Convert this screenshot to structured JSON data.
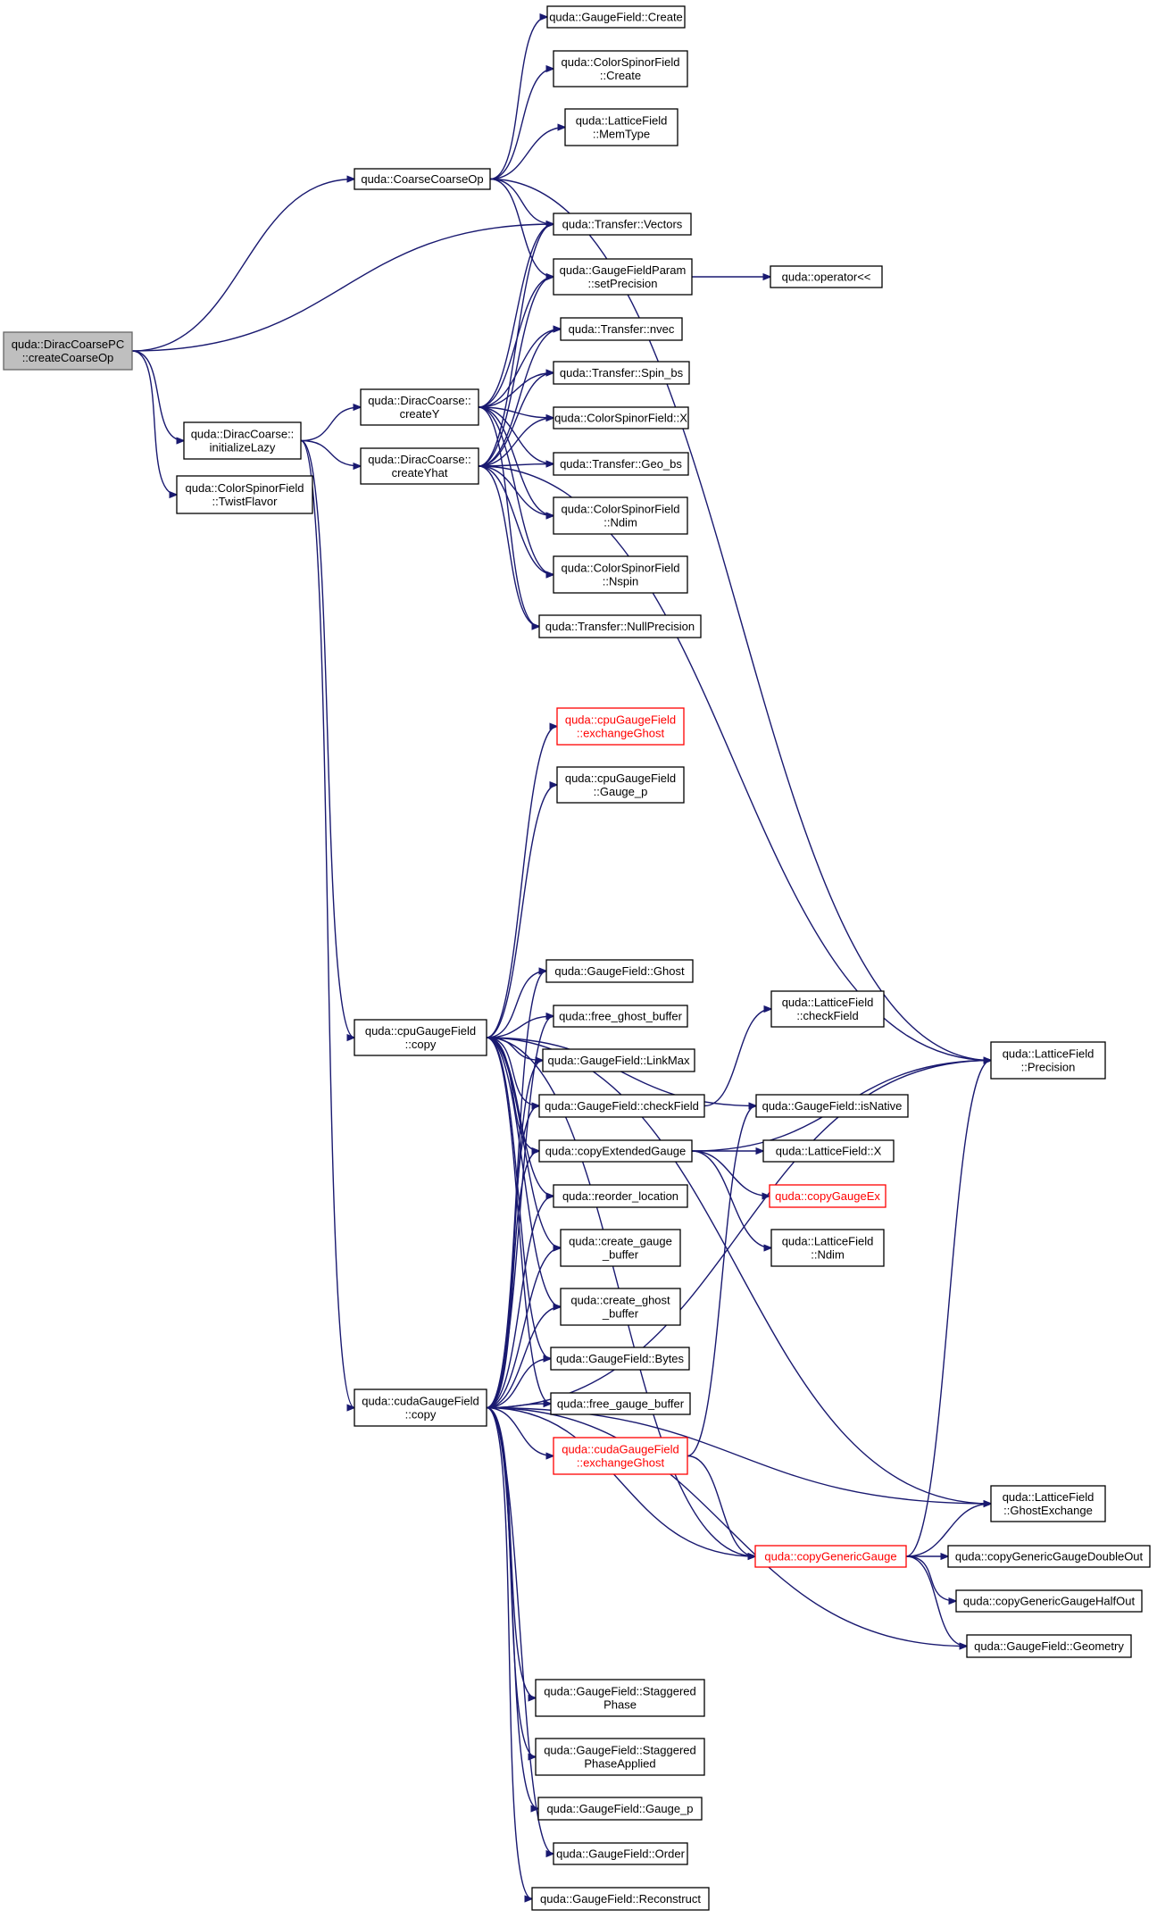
{
  "diagram": {
    "nodes": [
      {
        "id": "root",
        "lines": [
          "quda::DiracCoarsePC",
          "::createCoarseOp"
        ],
        "style": "root"
      },
      {
        "id": "coarsecoarseop",
        "lines": [
          "quda::CoarseCoarseOp"
        ],
        "style": "normal"
      },
      {
        "id": "initializelazy",
        "lines": [
          "quda::DiracCoarse::",
          "initializeLazy"
        ],
        "style": "normal"
      },
      {
        "id": "twistflavor",
        "lines": [
          "quda::ColorSpinorField",
          "::TwistFlavor"
        ],
        "style": "normal"
      },
      {
        "id": "createy",
        "lines": [
          "quda::DiracCoarse::",
          "createY"
        ],
        "style": "normal"
      },
      {
        "id": "createyhat",
        "lines": [
          "quda::DiracCoarse::",
          "createYhat"
        ],
        "style": "normal"
      },
      {
        "id": "cpucopy",
        "lines": [
          "quda::cpuGaugeField",
          "::copy"
        ],
        "style": "normal"
      },
      {
        "id": "cudacopy",
        "lines": [
          "quda::cudaGaugeField",
          "::copy"
        ],
        "style": "normal"
      },
      {
        "id": "gf_create",
        "lines": [
          "quda::GaugeField::Create"
        ],
        "style": "normal"
      },
      {
        "id": "csf_create",
        "lines": [
          "quda::ColorSpinorField",
          "::Create"
        ],
        "style": "normal"
      },
      {
        "id": "lf_memtype",
        "lines": [
          "quda::LatticeField",
          "::MemType"
        ],
        "style": "normal"
      },
      {
        "id": "tr_vectors",
        "lines": [
          "quda::Transfer::Vectors"
        ],
        "style": "normal"
      },
      {
        "id": "gfp_setprec",
        "lines": [
          "quda::GaugeFieldParam",
          "::setPrecision"
        ],
        "style": "normal"
      },
      {
        "id": "operator",
        "lines": [
          "quda::operator<<"
        ],
        "style": "normal"
      },
      {
        "id": "tr_nvec",
        "lines": [
          "quda::Transfer::nvec"
        ],
        "style": "normal"
      },
      {
        "id": "tr_spinbs",
        "lines": [
          "quda::Transfer::Spin_bs"
        ],
        "style": "normal"
      },
      {
        "id": "csf_x",
        "lines": [
          "quda::ColorSpinorField::X"
        ],
        "style": "normal"
      },
      {
        "id": "tr_geobs",
        "lines": [
          "quda::Transfer::Geo_bs"
        ],
        "style": "normal"
      },
      {
        "id": "csf_ndim",
        "lines": [
          "quda::ColorSpinorField",
          "::Ndim"
        ],
        "style": "normal"
      },
      {
        "id": "csf_nspin",
        "lines": [
          "quda::ColorSpinorField",
          "::Nspin"
        ],
        "style": "normal"
      },
      {
        "id": "tr_nullprec",
        "lines": [
          "quda::Transfer::NullPrecision"
        ],
        "style": "normal"
      },
      {
        "id": "cpu_exghost",
        "lines": [
          "quda::cpuGaugeField",
          "::exchangeGhost"
        ],
        "style": "red"
      },
      {
        "id": "cpu_gaugep",
        "lines": [
          "quda::cpuGaugeField",
          "::Gauge_p"
        ],
        "style": "normal"
      },
      {
        "id": "gf_ghost",
        "lines": [
          "quda::GaugeField::Ghost"
        ],
        "style": "normal"
      },
      {
        "id": "free_ghost",
        "lines": [
          "quda::free_ghost_buffer"
        ],
        "style": "normal"
      },
      {
        "id": "gf_linkmax",
        "lines": [
          "quda::GaugeField::LinkMax"
        ],
        "style": "normal"
      },
      {
        "id": "gf_checkfield",
        "lines": [
          "quda::GaugeField::checkField"
        ],
        "style": "normal"
      },
      {
        "id": "copyext",
        "lines": [
          "quda::copyExtendedGauge"
        ],
        "style": "normal"
      },
      {
        "id": "reorder",
        "lines": [
          "quda::reorder_location"
        ],
        "style": "normal"
      },
      {
        "id": "create_gauge",
        "lines": [
          "quda::create_gauge",
          "_buffer"
        ],
        "style": "normal"
      },
      {
        "id": "create_ghost",
        "lines": [
          "quda::create_ghost",
          "_buffer"
        ],
        "style": "normal"
      },
      {
        "id": "gf_bytes",
        "lines": [
          "quda::GaugeField::Bytes"
        ],
        "style": "normal"
      },
      {
        "id": "free_gauge",
        "lines": [
          "quda::free_gauge_buffer"
        ],
        "style": "normal"
      },
      {
        "id": "cuda_exghost",
        "lines": [
          "quda::cudaGaugeField",
          "::exchangeGhost"
        ],
        "style": "red"
      },
      {
        "id": "lf_checkfield",
        "lines": [
          "quda::LatticeField",
          "::checkField"
        ],
        "style": "normal"
      },
      {
        "id": "gf_isnative",
        "lines": [
          "quda::GaugeField::isNative"
        ],
        "style": "normal"
      },
      {
        "id": "lf_x",
        "lines": [
          "quda::LatticeField::X"
        ],
        "style": "normal"
      },
      {
        "id": "copygaugeex",
        "lines": [
          "quda::copyGaugeEx"
        ],
        "style": "red"
      },
      {
        "id": "lf_ndim",
        "lines": [
          "quda::LatticeField",
          "::Ndim"
        ],
        "style": "normal"
      },
      {
        "id": "lf_precision",
        "lines": [
          "quda::LatticeField",
          "::Precision"
        ],
        "style": "normal"
      },
      {
        "id": "lf_ghostex",
        "lines": [
          "quda::LatticeField",
          "::GhostExchange"
        ],
        "style": "normal"
      },
      {
        "id": "copygeneric",
        "lines": [
          "quda::copyGenericGauge"
        ],
        "style": "red"
      },
      {
        "id": "cgg_double",
        "lines": [
          "quda::copyGenericGaugeDoubleOut"
        ],
        "style": "normal"
      },
      {
        "id": "cgg_half",
        "lines": [
          "quda::copyGenericGaugeHalfOut"
        ],
        "style": "normal"
      },
      {
        "id": "gf_geometry",
        "lines": [
          "quda::GaugeField::Geometry"
        ],
        "style": "normal"
      },
      {
        "id": "gf_staggered",
        "lines": [
          "quda::GaugeField::Staggered",
          "Phase"
        ],
        "style": "normal"
      },
      {
        "id": "gf_staggeredapp",
        "lines": [
          "quda::GaugeField::Staggered",
          "PhaseApplied"
        ],
        "style": "normal"
      },
      {
        "id": "gf_gaugep",
        "lines": [
          "quda::GaugeField::Gauge_p"
        ],
        "style": "normal"
      },
      {
        "id": "gf_order",
        "lines": [
          "quda::GaugeField::Order"
        ],
        "style": "normal"
      },
      {
        "id": "gf_reconstruct",
        "lines": [
          "quda::GaugeField::Reconstruct"
        ],
        "style": "normal"
      }
    ],
    "edges": [
      [
        "root",
        "coarsecoarseop"
      ],
      [
        "root",
        "tr_vectors"
      ],
      [
        "root",
        "initializelazy"
      ],
      [
        "root",
        "twistflavor"
      ],
      [
        "coarsecoarseop",
        "gf_create"
      ],
      [
        "coarsecoarseop",
        "csf_create"
      ],
      [
        "coarsecoarseop",
        "lf_memtype"
      ],
      [
        "coarsecoarseop",
        "tr_vectors"
      ],
      [
        "coarsecoarseop",
        "gfp_setprec"
      ],
      [
        "coarsecoarseop",
        "lf_precision"
      ],
      [
        "gfp_setprec",
        "operator"
      ],
      [
        "initializelazy",
        "createy"
      ],
      [
        "initializelazy",
        "createyhat"
      ],
      [
        "initializelazy",
        "cpucopy"
      ],
      [
        "initializelazy",
        "cudacopy"
      ],
      [
        "createy",
        "tr_vectors"
      ],
      [
        "createy",
        "gfp_setprec"
      ],
      [
        "createy",
        "tr_nvec"
      ],
      [
        "createy",
        "tr_spinbs"
      ],
      [
        "createy",
        "csf_x"
      ],
      [
        "createy",
        "tr_geobs"
      ],
      [
        "createy",
        "csf_ndim"
      ],
      [
        "createy",
        "csf_nspin"
      ],
      [
        "createy",
        "tr_nullprec"
      ],
      [
        "createyhat",
        "tr_vectors"
      ],
      [
        "createyhat",
        "gfp_setprec"
      ],
      [
        "createyhat",
        "tr_nvec"
      ],
      [
        "createyhat",
        "tr_spinbs"
      ],
      [
        "createyhat",
        "csf_x"
      ],
      [
        "createyhat",
        "tr_geobs"
      ],
      [
        "createyhat",
        "csf_ndim"
      ],
      [
        "createyhat",
        "csf_nspin"
      ],
      [
        "createyhat",
        "tr_nullprec"
      ],
      [
        "createyhat",
        "lf_precision"
      ],
      [
        "cpucopy",
        "cpu_exghost"
      ],
      [
        "cpucopy",
        "cpu_gaugep"
      ],
      [
        "cpucopy",
        "lf_ghostex"
      ],
      [
        "cpucopy",
        "gf_isnative"
      ],
      [
        "cpucopy",
        "copygeneric"
      ],
      [
        "cpucopy",
        "gf_ghost"
      ],
      [
        "cpucopy",
        "free_ghost"
      ],
      [
        "cpucopy",
        "gf_linkmax"
      ],
      [
        "cpucopy",
        "gf_checkfield"
      ],
      [
        "cpucopy",
        "copyext"
      ],
      [
        "cpucopy",
        "reorder"
      ],
      [
        "cpucopy",
        "create_gauge"
      ],
      [
        "cpucopy",
        "create_ghost"
      ],
      [
        "cpucopy",
        "gf_bytes"
      ],
      [
        "cpucopy",
        "free_gauge"
      ],
      [
        "cudacopy",
        "gf_ghost"
      ],
      [
        "cudacopy",
        "free_ghost"
      ],
      [
        "cudacopy",
        "gf_linkmax"
      ],
      [
        "cudacopy",
        "gf_checkfield"
      ],
      [
        "cudacopy",
        "copyext"
      ],
      [
        "cudacopy",
        "reorder"
      ],
      [
        "cudacopy",
        "create_gauge"
      ],
      [
        "cudacopy",
        "create_ghost"
      ],
      [
        "cudacopy",
        "gf_bytes"
      ],
      [
        "cudacopy",
        "free_gauge"
      ],
      [
        "cudacopy",
        "cuda_exghost"
      ],
      [
        "cudacopy",
        "lf_precision"
      ],
      [
        "cudacopy",
        "copygeneric"
      ],
      [
        "cudacopy",
        "lf_ghostex"
      ],
      [
        "cudacopy",
        "gf_geometry"
      ],
      [
        "cudacopy",
        "gf_staggered"
      ],
      [
        "cudacopy",
        "gf_staggeredapp"
      ],
      [
        "cudacopy",
        "gf_gaugep"
      ],
      [
        "cudacopy",
        "gf_order"
      ],
      [
        "cudacopy",
        "gf_reconstruct"
      ],
      [
        "gf_checkfield",
        "lf_checkfield"
      ],
      [
        "copyext",
        "lf_precision"
      ],
      [
        "copyext",
        "lf_x"
      ],
      [
        "copyext",
        "copygaugeex"
      ],
      [
        "copyext",
        "lf_ndim"
      ],
      [
        "cuda_exghost",
        "gf_isnative"
      ],
      [
        "cuda_exghost",
        "copygeneric"
      ],
      [
        "copygeneric",
        "lf_precision"
      ],
      [
        "copygeneric",
        "lf_ghostex"
      ],
      [
        "copygeneric",
        "cgg_double"
      ],
      [
        "copygeneric",
        "cgg_half"
      ],
      [
        "copygeneric",
        "gf_geometry"
      ]
    ]
  }
}
